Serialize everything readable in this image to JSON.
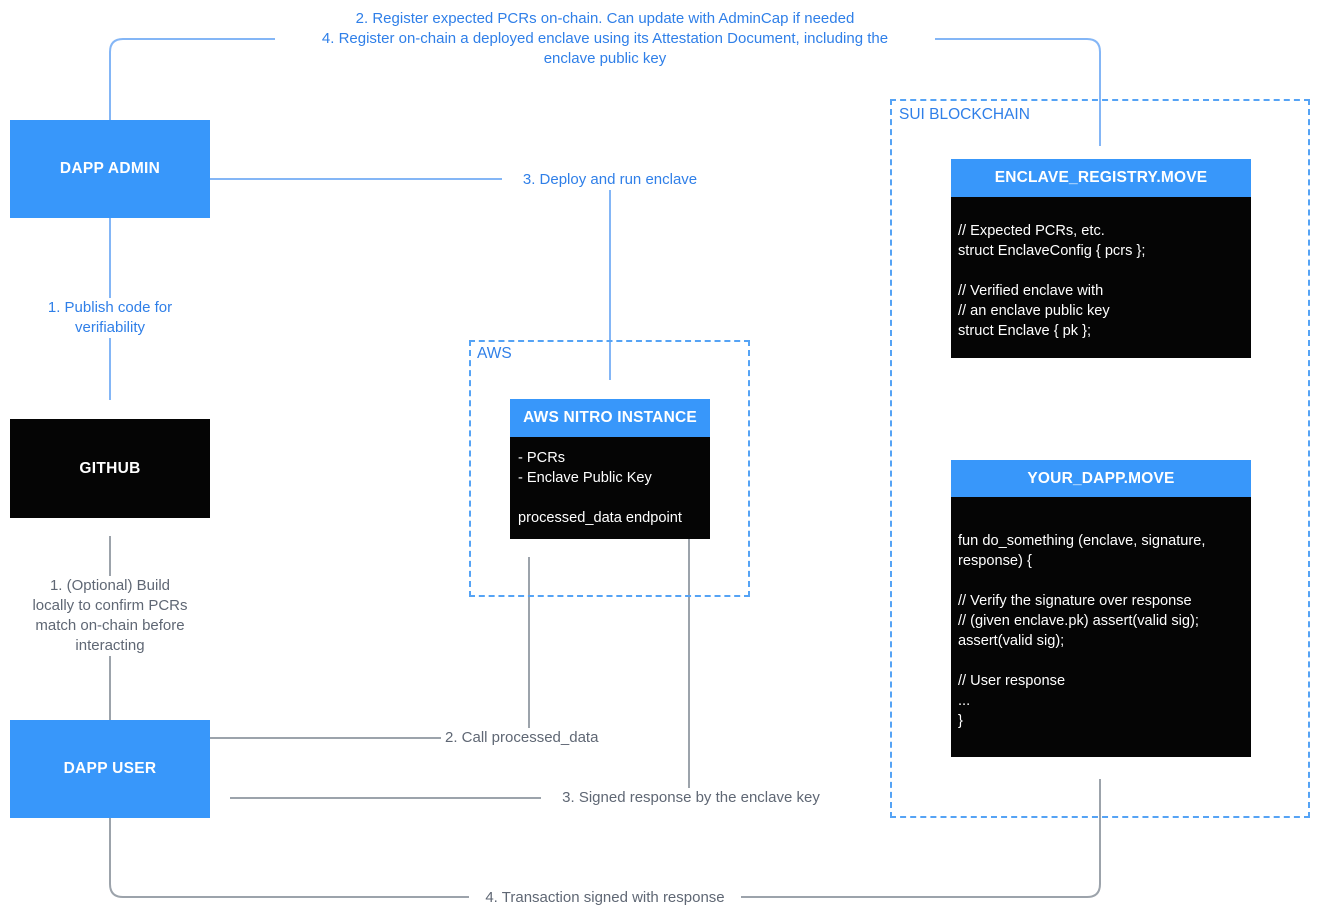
{
  "colors": {
    "node_blue": "#3897FA",
    "blue_text": "#2F7FE8",
    "blue_line": "#84B6F6",
    "blue_arrow": "#2E86EC",
    "dashed_border": "#55A3F5",
    "gray_line": "#9CA3AB",
    "gray_arrow": "#6B727C",
    "gray_text": "#5F6774",
    "node_black": "#050505",
    "background": "#FFFFFF"
  },
  "groups": {
    "aws": {
      "label": "AWS"
    },
    "sui": {
      "label": "SUI BLOCKCHAIN"
    }
  },
  "nodes": {
    "dapp_admin": {
      "label": "DAPP ADMIN"
    },
    "github": {
      "label": "GITHUB"
    },
    "dapp_user": {
      "label": "DAPP USER"
    },
    "aws_nitro": {
      "title": "AWS NITRO INSTANCE",
      "body": "- PCRs\n- Enclave Public Key\n\nprocessed_data endpoint"
    },
    "enclave_registry": {
      "title": "ENCLAVE_REGISTRY.MOVE",
      "body": "// Expected PCRs, etc.\nstruct EnclaveConfig { pcrs };\n\n// Verified enclave with\n// an enclave public key\nstruct Enclave { pk };"
    },
    "your_dapp": {
      "title": "YOUR_DAPP.MOVE",
      "body": "fun do_something (enclave, signature,\nresponse) {\n\n// Verify the signature over response\n// (given enclave.pk) assert(valid sig);\nassert(valid sig);\n\n// User response\n...\n}"
    }
  },
  "flows": {
    "admin_register_step2": "2. Register expected PCRs on-chain. Can update with AdminCap if needed",
    "admin_register_step4": "4. Register on-chain a deployed enclave using its Attestation Document, including the\nenclave public key",
    "admin_publish_step1": "1. Publish code for\nverifiability",
    "admin_deploy_step3": "3. Deploy and run enclave",
    "user_optional_step1": "1. (Optional) Build\nlocally to confirm PCRs\nmatch on-chain before\ninteracting",
    "user_call_step2": "2. Call processed_data",
    "user_signed_step3": "3. Signed response by the enclave key",
    "user_txn_step4": "4. Transaction signed with response"
  }
}
